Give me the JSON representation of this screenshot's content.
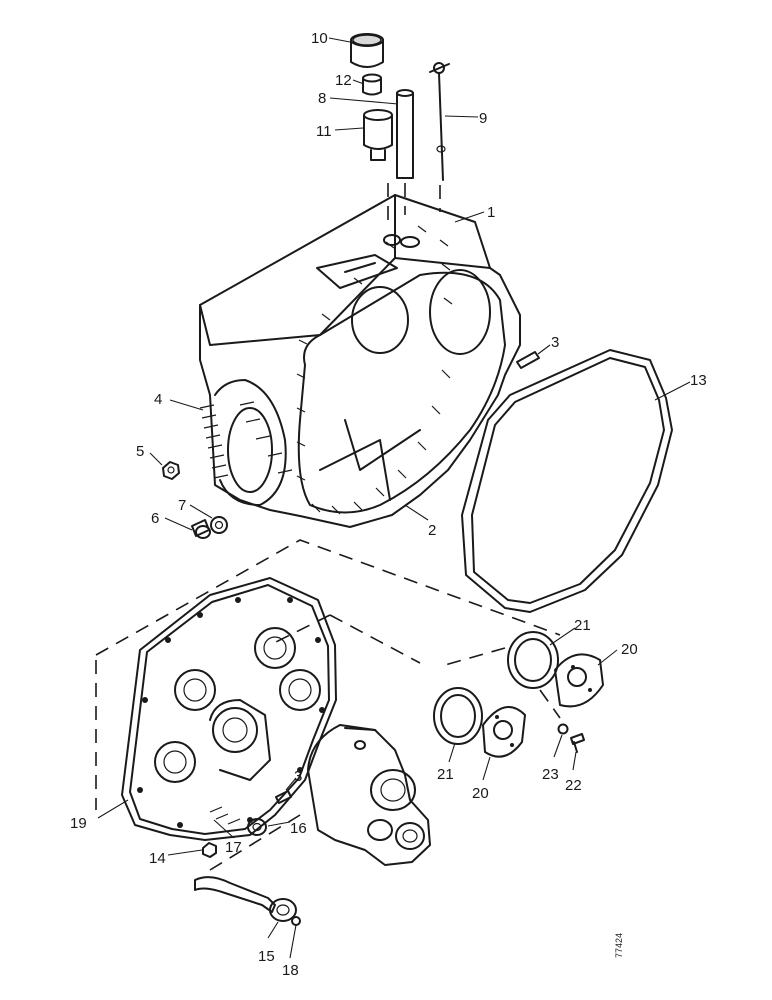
{
  "figure_code": "77424",
  "callouts": [
    "1",
    "2",
    "3",
    "4",
    "5",
    "6",
    "7",
    "8",
    "9",
    "10",
    "11",
    "12",
    "13",
    "14",
    "15",
    "16",
    "17",
    "18",
    "19",
    "20",
    "21",
    "22",
    "23"
  ],
  "callouts_repeated": {
    "three_b": "3",
    "twenty_b": "20",
    "twentyone_b": "21"
  }
}
